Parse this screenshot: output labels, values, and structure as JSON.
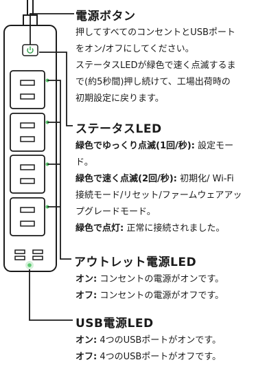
{
  "power_button": {
    "title": "電源ボタン",
    "lines": [
      "押してすべてのコンセントとUSBポート",
      "をオン/オフにしてください。",
      "ステータスLEDが緑色で速く点滅するま",
      "で(約5秒間)押し続けて、工場出荷時の",
      "初期設定に戻ります。"
    ]
  },
  "status_led": {
    "title": "ステータスLED",
    "slow_label": "緑色でゆっくり点滅(1回/秒):",
    "slow_text": " 設定モー",
    "slow_cont": "ド。",
    "fast_label": "緑色で速く点滅(2回/秒):",
    "fast_text": " 初期化/ Wi-Fi",
    "fast_cont1": "接続モード/リセット/ファームウェアアッ",
    "fast_cont2": "プグレードモード。",
    "solid_label": "緑色で点灯:",
    "solid_text": " 正常に接続されました。"
  },
  "outlet_led": {
    "title": "アウトレット電源LED",
    "on_label": "オン:",
    "on_text": " コンセントの電源がオンです。",
    "off_label": "オフ:",
    "off_text": " コンセントの電源がオフです。"
  },
  "usb_led": {
    "title": "USB電源LED",
    "on_label": "オン:",
    "on_text": " 4つのUSBポートがオンです。",
    "off_label": "オフ:",
    "off_text": " 4つのUSBポートがオフです。"
  },
  "colors": {
    "line": "#1a1a1a",
    "led_green": "#5cc970",
    "power_green": "#2e9e48"
  }
}
